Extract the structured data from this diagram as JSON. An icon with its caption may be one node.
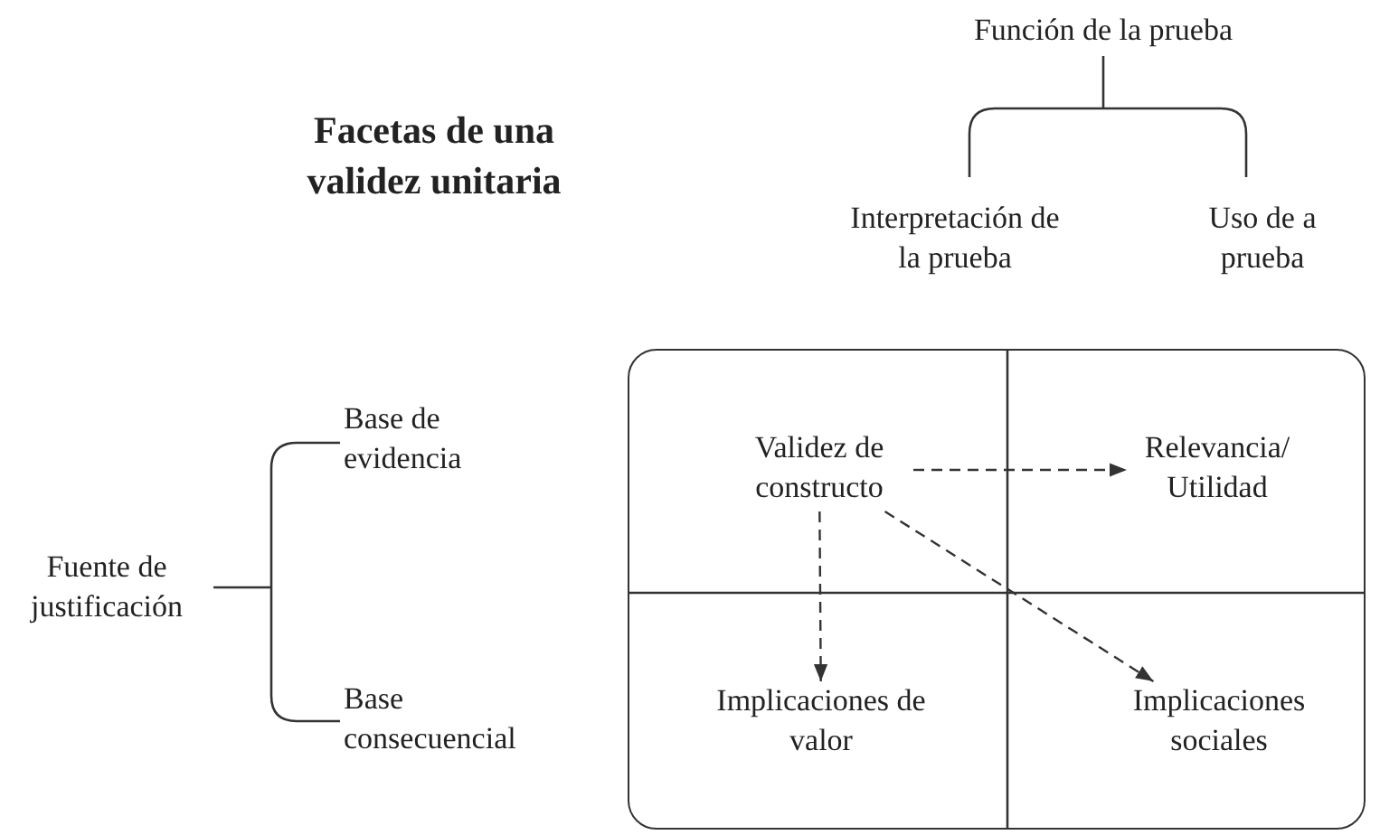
{
  "diagram": {
    "title": "Facetas de una validez unitaria",
    "nodes": [
      {
        "text": [
          "Función de la prueba"
        ]
      },
      {
        "text": [
          "Interpretación de la prueba"
        ]
      },
      {
        "text": [
          "Uso de a prueba"
        ]
      },
      {
        "text": [
          "Fuente de justificación"
        ]
      },
      {
        "text": [
          "Base de evidencia"
        ]
      },
      {
        "text": [
          "Base consecuencial"
        ]
      },
      {
        "text": [],
        "shape": "box"
      },
      {
        "text": [
          "Validez de constructo"
        ],
        "in": 6
      },
      {
        "text": [
          "Relevancia/ Utilidad"
        ],
        "in": 6
      },
      {
        "text": [
          "Implicaciones de valor"
        ],
        "in": 6
      },
      {
        "text": [
          "Implicaciones sociales"
        ],
        "in": 6
      }
    ],
    "edges": [
      {
        "from": 7,
        "to": 8,
        "arrow": "to",
        "style": "dashed"
      },
      {
        "from": 7,
        "to": 9,
        "arrow": "to",
        "style": "dashed"
      },
      {
        "from": 7,
        "to": 10,
        "arrow": "to",
        "style": "dashed"
      }
    ]
  }
}
